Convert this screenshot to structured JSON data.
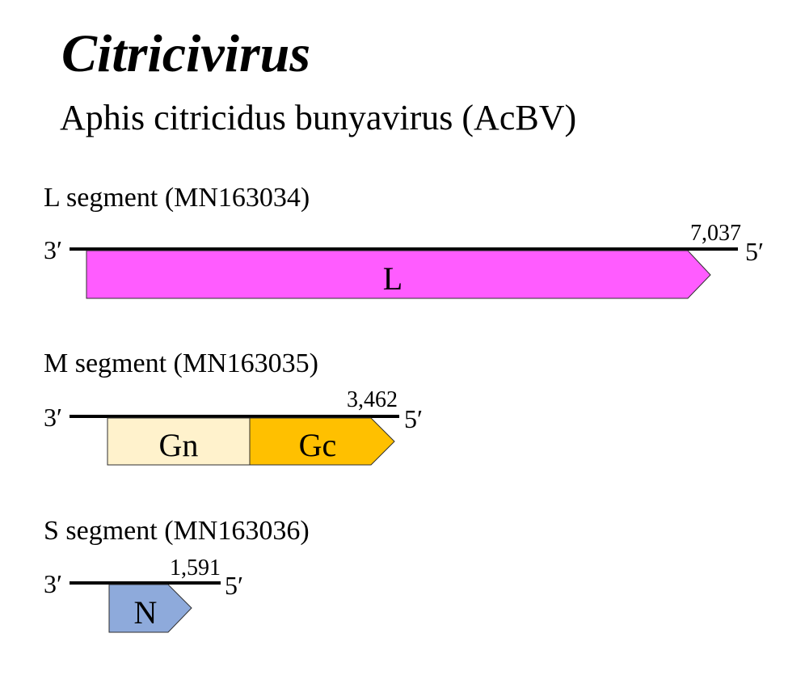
{
  "title": {
    "genus": "Citricivirus",
    "virus": "Aphis citricidus bunyavirus (AcBV)"
  },
  "segments": [
    {
      "label": "L segment (MN163034)",
      "end3": "3′",
      "end5": "5′",
      "length": "7,037",
      "genes": [
        {
          "name": "L",
          "color": "#ff5cff"
        }
      ]
    },
    {
      "label": "M segment (MN163035)",
      "end3": "3′",
      "end5": "5′",
      "length": "3,462",
      "genes": [
        {
          "name": "Gn",
          "color": "#fff2cc"
        },
        {
          "name": "Gc",
          "color": "#ffc000"
        }
      ]
    },
    {
      "label": "S segment (MN163036)",
      "end3": "3′",
      "end5": "5′",
      "length": "1,591",
      "genes": [
        {
          "name": "N",
          "color": "#8eaadb"
        }
      ]
    }
  ]
}
